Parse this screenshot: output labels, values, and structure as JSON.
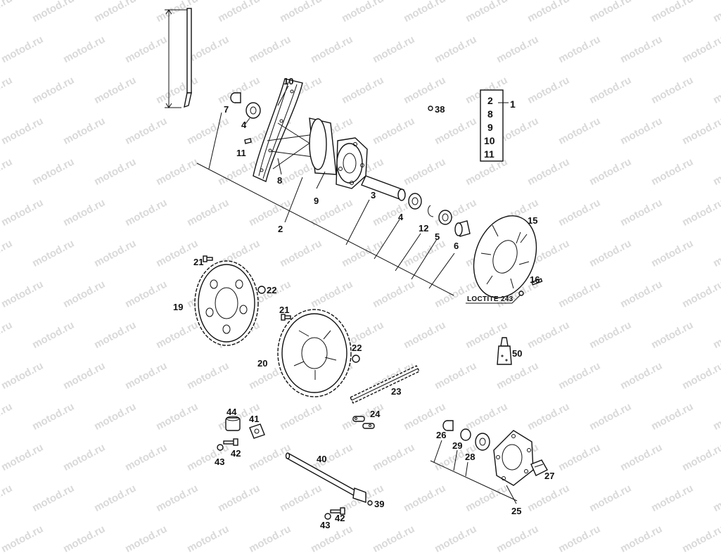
{
  "watermark": "motod.ru",
  "callouts": {
    "1": "1",
    "2": "2",
    "3": "3",
    "4": "4",
    "5": "5",
    "6": "6",
    "7": "7",
    "8": "8",
    "9": "9",
    "10": "10",
    "11": "11",
    "12": "12",
    "15": "15",
    "16": "16",
    "19": "19",
    "20": "20",
    "21": "21",
    "22": "22",
    "23": "23",
    "24": "24",
    "25": "25",
    "26": "26",
    "27": "27",
    "28": "28",
    "29": "29",
    "38": "38",
    "39": "39",
    "40": "40",
    "41": "41",
    "42": "42",
    "43": "43",
    "44": "44",
    "50": "50"
  },
  "assembly_box": {
    "items": [
      "2",
      "8",
      "9",
      "10",
      "11"
    ],
    "group": "1"
  },
  "notes": {
    "loctite": "LOCTITE 243"
  }
}
